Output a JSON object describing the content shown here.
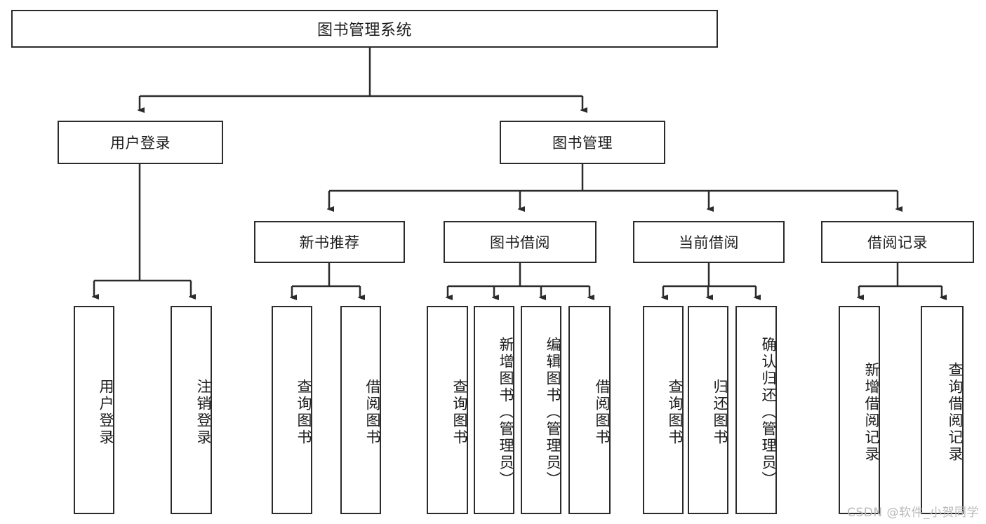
{
  "diagram": {
    "title": "图书管理系统",
    "type": "hierarchy-tree",
    "watermark": "CSDN @软件_小贺同学",
    "colors": {
      "border": "#2b2b2b",
      "background": "#ffffff",
      "text": "#1c1c1c",
      "watermark": "#b9b9b9"
    },
    "levels": {
      "root": {
        "label": "图书管理系统"
      },
      "level2": [
        {
          "label": "用户登录"
        },
        {
          "label": "图书管理"
        }
      ],
      "level3": [
        {
          "label": "新书推荐"
        },
        {
          "label": "图书借阅"
        },
        {
          "label": "当前借阅"
        },
        {
          "label": "借阅记录"
        }
      ],
      "leaves": [
        {
          "label": "用户登录",
          "parent": "用户登录"
        },
        {
          "label": "注销登录",
          "parent": "用户登录"
        },
        {
          "label": "查询图书",
          "parent": "新书推荐"
        },
        {
          "label": "借阅图书",
          "parent": "新书推荐"
        },
        {
          "label": "查询图书",
          "parent": "图书借阅"
        },
        {
          "label": "新增图书（管理员）",
          "parent": "图书借阅"
        },
        {
          "label": "编辑图书（管理员）",
          "parent": "图书借阅"
        },
        {
          "label": "借阅图书",
          "parent": "图书借阅"
        },
        {
          "label": "查询图书",
          "parent": "当前借阅"
        },
        {
          "label": "归还图书",
          "parent": "当前借阅"
        },
        {
          "label": "确认归还（管理员）",
          "parent": "当前借阅"
        },
        {
          "label": "新增借阅记录",
          "parent": "借阅记录"
        },
        {
          "label": "查询借阅记录",
          "parent": "借阅记录"
        }
      ]
    }
  }
}
